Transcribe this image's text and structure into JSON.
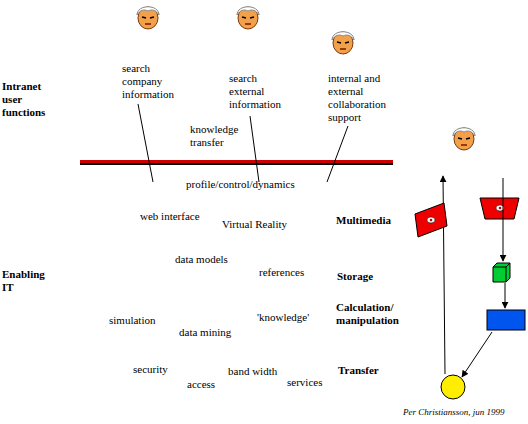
{
  "diagram": {
    "labels": [
      "Intranet user functions",
      "search company information",
      "search external information",
      "internal and external collaboration support",
      "knowledge transfer",
      "profile/control/dynamics",
      "web interface",
      "Virtual Reality",
      "Multimedia",
      "Enabling IT",
      "data models",
      "references",
      "Storage",
      "simulation",
      "data mining",
      "'knowledge'",
      "Calculation/ manipulation",
      "security",
      "access",
      "band width",
      "services",
      "Transfer",
      "Per Christiansson, jun 1999"
    ]
  }
}
